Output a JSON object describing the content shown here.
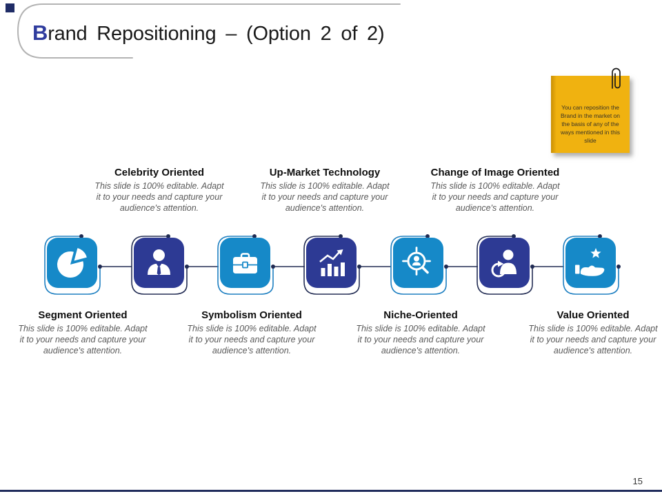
{
  "slide": {
    "title_lead": "B",
    "title_rest": "rand Repositioning – (Option 2 of 2)",
    "page_number": "15"
  },
  "sticky_note": {
    "text": "You can reposition the Brand in the market on the basis of any of the ways mentioned in this slide",
    "bg_color": "#F0B210",
    "icon": "paperclip-icon"
  },
  "colors": {
    "teal_box": "#1689C8",
    "indigo_box": "#2D3A94",
    "teal_outline": "#1D7FC1",
    "navy_outline": "#232D54",
    "connector": "#202A52",
    "title_blue": "#2F3C9E",
    "accent_navy": "#1F2C66"
  },
  "items": [
    {
      "title": "Segment Oriented",
      "description": "This slide is 100% editable. Adapt it to your needs and capture your audience's attention.",
      "icon": "pie-chart-icon",
      "label_position": "below",
      "box_color": "#1689C8"
    },
    {
      "title": "Celebrity Oriented",
      "description": "This slide is 100% editable. Adapt it to your needs and capture your audience's attention.",
      "icon": "businessman-icon",
      "label_position": "above",
      "box_color": "#2D3A94"
    },
    {
      "title": "Symbolism Oriented",
      "description": "This slide is 100% editable. Adapt it to your needs and capture your audience's attention.",
      "icon": "briefcase-icon",
      "label_position": "below",
      "box_color": "#1689C8"
    },
    {
      "title": "Up-Market Technology",
      "description": "This slide is 100% editable. Adapt it to your needs and capture your audience's attention.",
      "icon": "growth-chart-icon",
      "label_position": "above",
      "box_color": "#2D3A94"
    },
    {
      "title": "Niche-Oriented",
      "description": "This slide is 100% editable. Adapt it to your needs and capture your audience's attention.",
      "icon": "audience-search-icon",
      "label_position": "below",
      "box_color": "#1689C8"
    },
    {
      "title": "Change of Image Oriented",
      "description": "This slide is 100% editable. Adapt it to your needs and capture your audience's attention.",
      "icon": "person-refresh-icon",
      "label_position": "above",
      "box_color": "#2D3A94"
    },
    {
      "title": "Value Oriented",
      "description": "This slide is 100% editable. Adapt it to your needs and capture your audience's attention.",
      "icon": "hand-star-icon",
      "label_position": "below",
      "box_color": "#1689C8"
    }
  ]
}
